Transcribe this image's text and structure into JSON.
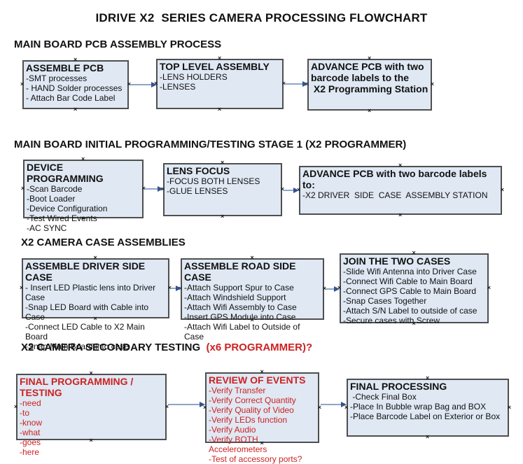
{
  "title": "IDRIVE X2  SERIES CAMERA PROCESSING FLOWCHART",
  "icons": {
    "connection_point_glyph": "×"
  },
  "colors": {
    "box_fill": "#dfe8f3",
    "box_border": "#4f4f4f",
    "arrow_line": "#8ca6c6",
    "arrow_head": "#33538f",
    "accent_red": "#cc2222"
  },
  "sections": [
    {
      "header": "MAIN BOARD PCB ASSEMBLY PROCESS",
      "header_accent": "",
      "boxes": [
        {
          "title": "ASSEMBLE PCB",
          "items": [
            "-SMT processes",
            "- HAND Solder processes",
            "- Attach Bar Code Label"
          ]
        },
        {
          "title": "TOP LEVEL ASSEMBLY",
          "items": [
            "-LENS HOLDERS",
            "-LENSES"
          ]
        },
        {
          "title": "ADVANCE PCB with two barcode labels to the\n X2 Programming Station",
          "items": []
        }
      ]
    },
    {
      "header": "MAIN BOARD INITIAL PROGRAMMING/TESTING STAGE 1 (X2 PROGRAMMER)",
      "header_accent": "",
      "boxes": [
        {
          "title": "DEVICE PROGRAMMING",
          "items": [
            "-Scan Barcode",
            "-Boot Loader",
            "-Device Configuration",
            "-Test Wired Events",
            "-AC SYNC"
          ]
        },
        {
          "title": "LENS FOCUS",
          "items": [
            "-FOCUS BOTH LENSES",
            "-GLUE LENSES"
          ]
        },
        {
          "title": "ADVANCE PCB with two barcode labels to:",
          "items": [
            "-X2 DRIVER  SIDE  CASE  ASSEMBLY STATION"
          ]
        }
      ]
    },
    {
      "header": "X2 CAMERA CASE ASSEMBLIES",
      "header_accent": "",
      "boxes": [
        {
          "title": "ASSEMBLE DRIVER SIDE CASE",
          "items": [
            "- Insert LED Plastic lens into Driver Case",
            "-Snap LED Board with Cable into Case",
            "-Connect LED Cable to X2 Main Board",
            "-Snap Main Board into case"
          ]
        },
        {
          "title": "ASSEMBLE ROAD SIDE CASE",
          "items": [
            "-Attach Support Spur to Case",
            "-Attach Windshield Support",
            "-Attach Wifi Assembly to Case",
            "-Insert GPS Module into Case",
            "-Attach Wifi Label to Outside of Case"
          ]
        },
        {
          "title": "JOIN THE TWO CASES",
          "items": [
            "-Slide Wifi Antenna into Driver Case",
            "-Connect Wifi Cable to Main Board",
            "-Connect GPS Cable to Main Board",
            "-Snap Cases Together",
            "-Attach S/N Label to outside of case",
            "-Secure cases with Screw"
          ]
        }
      ]
    },
    {
      "header": "X2 CAMERA SECONDARY TESTING ",
      "header_accent": " (x6 PROGRAMMER)?",
      "boxes": [
        {
          "title": "FINAL PROGRAMMING / TESTING",
          "items": [
            "-need",
            "-to",
            "-know",
            "-what",
            "-goes",
            "-here"
          ]
        },
        {
          "title": "REVIEW OF EVENTS",
          "items": [
            "-Verify Transfer",
            "-Verify Correct Quantity",
            "-Verify Quality of Video",
            "-Verify LEDs function",
            "-Verify Audio",
            "-Verify BOTH Accelerometers",
            "-Test of accessory ports?"
          ]
        },
        {
          "title": "FINAL PROCESSING",
          "items": [
            " -Check Final Box",
            "-Place In Bubble wrap Bag and BOX",
            "-Place Barcode Label on Exterior or Box"
          ]
        }
      ]
    }
  ]
}
